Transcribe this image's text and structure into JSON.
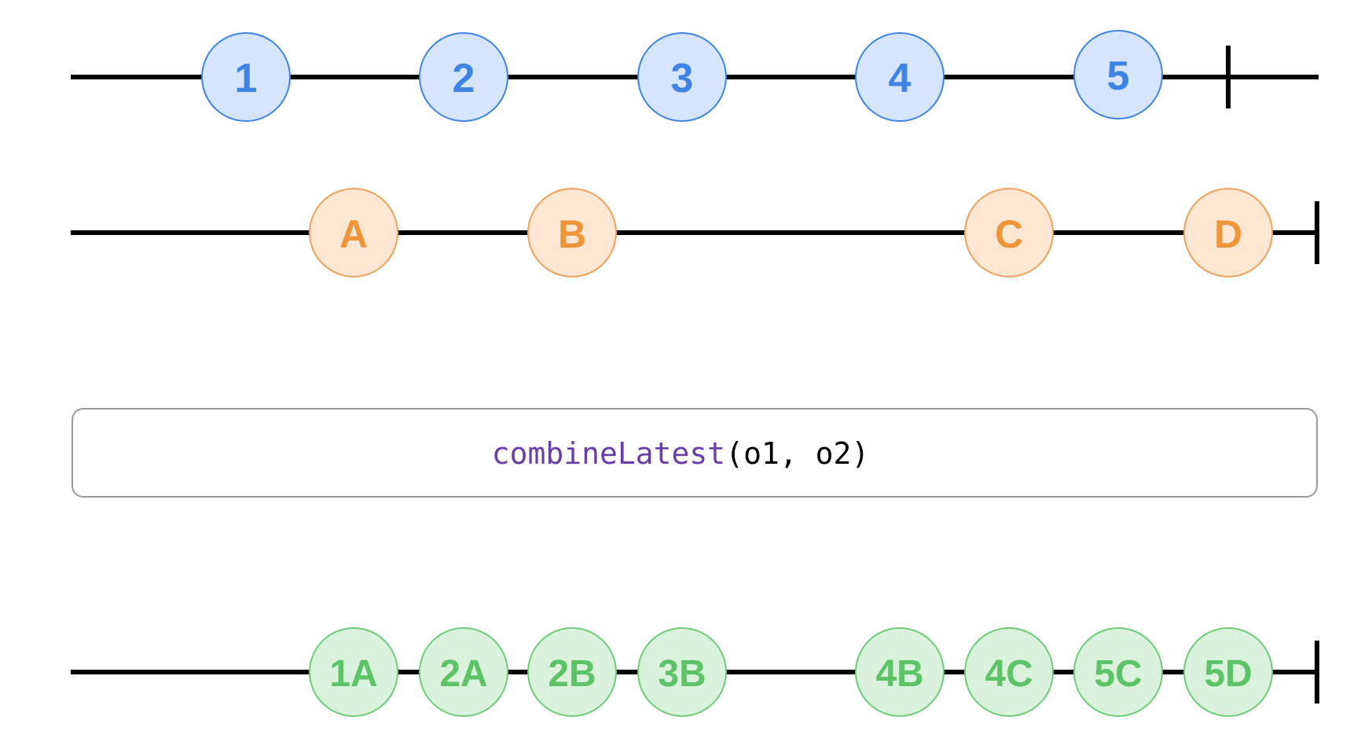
{
  "colors": {
    "line": "#000000",
    "blue_fill": "#d6e5fb",
    "blue_stroke": "#3f84e5",
    "blue_text": "#3f84e5",
    "orange_fill": "#fde6d2",
    "orange_stroke": "#f0a25a",
    "orange_text": "#ef9539",
    "green_fill": "#daf1dc",
    "green_stroke": "#6fcc78",
    "green_text": "#5cc467",
    "op_border": "#9a9a9a",
    "op_fn": "#6a3fa8",
    "op_args": "#000000"
  },
  "timelines": [
    {
      "id": "o1",
      "color": "blue",
      "marbles": [
        "1",
        "2",
        "3",
        "4",
        "5"
      ]
    },
    {
      "id": "o2",
      "color": "orange",
      "marbles": [
        "A",
        "B",
        "C",
        "D"
      ]
    },
    {
      "id": "result",
      "color": "green",
      "marbles": [
        "1A",
        "2A",
        "2B",
        "3B",
        "4B",
        "4C",
        "5C",
        "5D"
      ]
    }
  ],
  "operator": {
    "function_name": "combineLatest",
    "arguments": "(o1, o2)"
  }
}
